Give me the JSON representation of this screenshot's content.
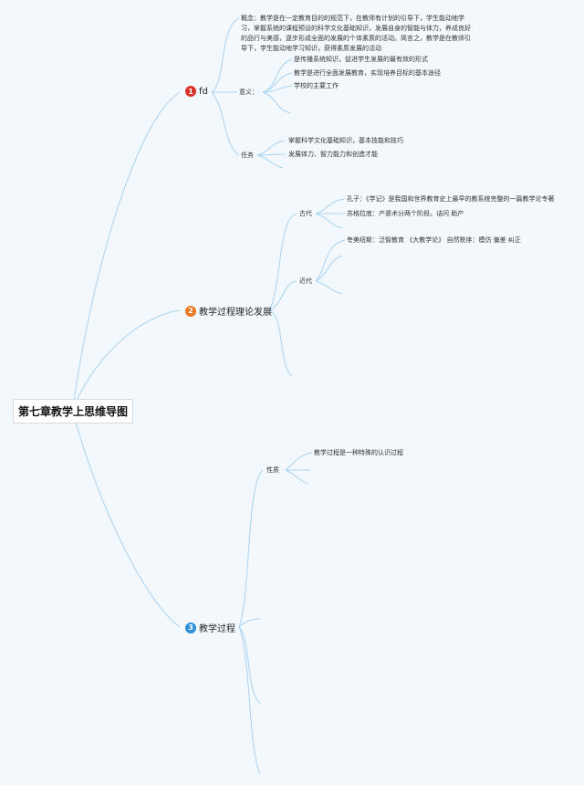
{
  "root": {
    "title": "第七章教学上思维导图"
  },
  "colors": {
    "branch1": "#d9322b",
    "branch2": "#e97724",
    "branch3": "#2f8fd6",
    "line": "#a9d3f2"
  },
  "branches": [
    {
      "number": "1",
      "label": "fd",
      "definition": "概念：教学是在一定教育目的的规范下，在教师有计划的引导下，学生能动地学习，掌握系统的课程预设的科学文化基础知识，发展自身的智能与体力，养成良好的品行与美感，逐步形成全面的发展的个体素质的活动。简言之，教学是在教师引导下，学生能动地学习知识，获得素质发展的活动",
      "meaning": {
        "label": "意义：",
        "items": [
          "是传播系统知识，促进学生发展的最有效的形式",
          "教学是进行全面发展教育，实现培养目标的基本途径",
          "学校的主要工作"
        ]
      },
      "tasks": {
        "label": "任务",
        "items": [
          "掌握科学文化基础知识，基本技能和技巧",
          "发展体力、智力能力和创造才能"
        ]
      }
    },
    {
      "number": "2",
      "label": "教学过程理论发展",
      "ancient": {
        "label": "古代",
        "items": [
          "孔子：《学记》是我国和世界教育史上最早的教系统完整的一篇教学论专著",
          "苏格拉底：产婆术分两个阶段。诘问 助产"
        ]
      },
      "modern": {
        "label": "近代",
        "items": [
          "夸美纽斯：泛智教育 《大教学论》 自然秩序：模仿 偏差 纠正"
        ]
      }
    },
    {
      "number": "3",
      "label": "教学过程",
      "nature": {
        "label": "性质",
        "items": [
          "教学过程是一种特殊的认识过程"
        ]
      }
    }
  ]
}
